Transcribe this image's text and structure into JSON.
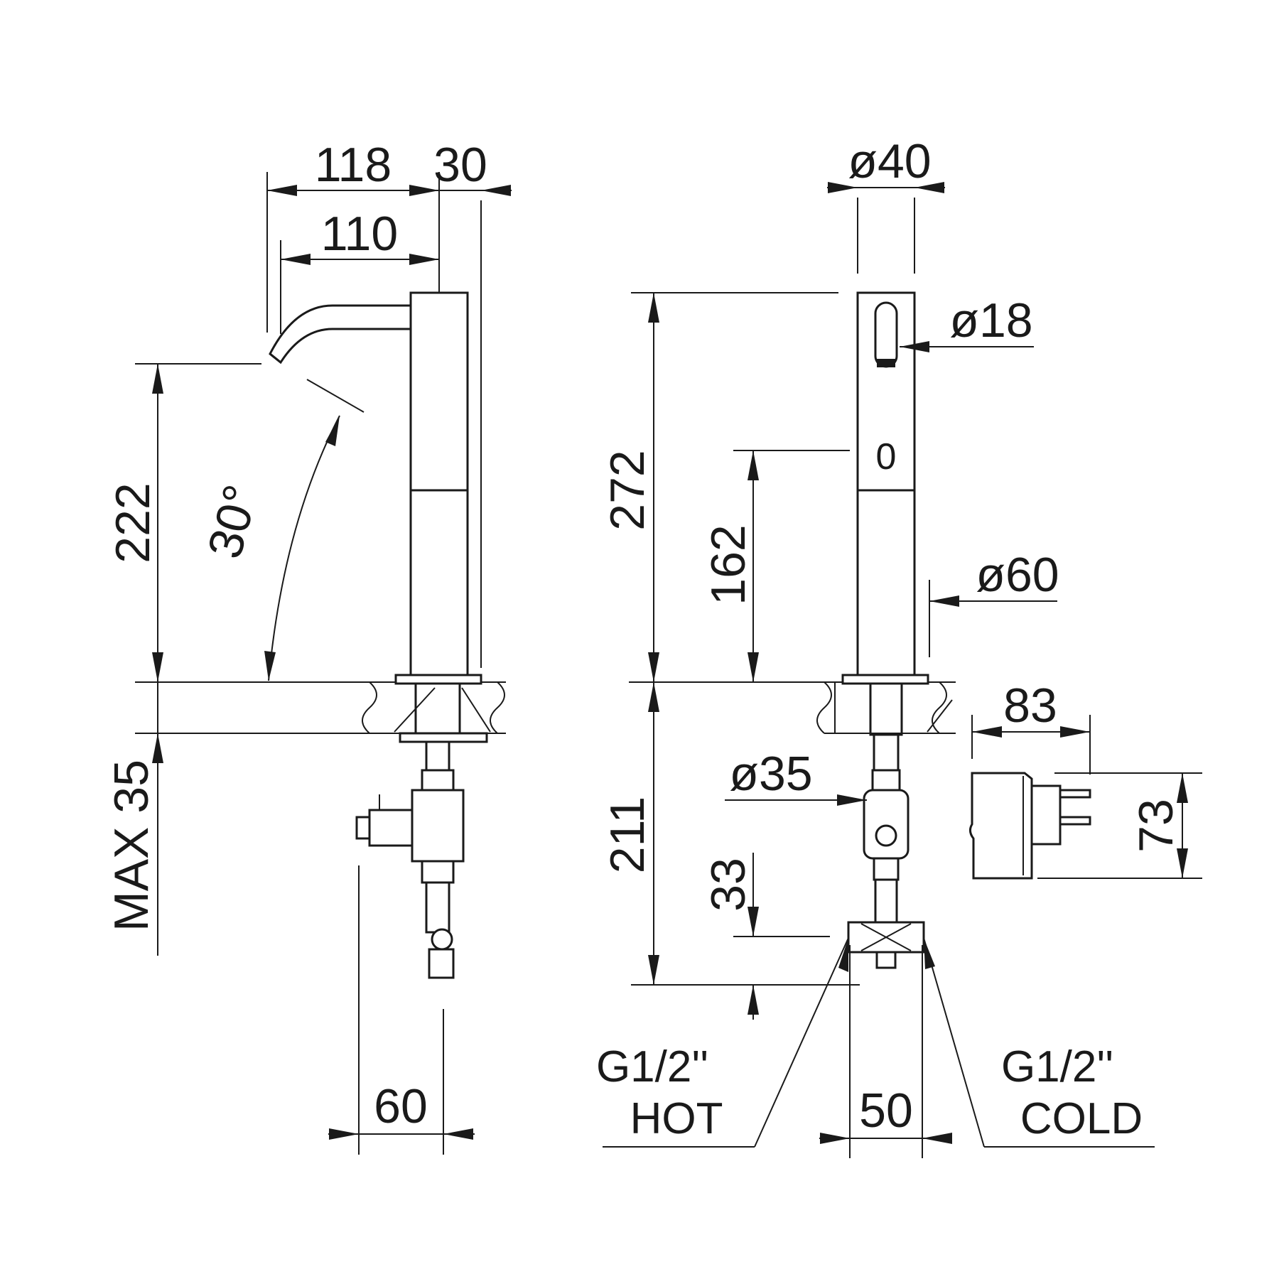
{
  "side_view": {
    "dims": {
      "d118": "118",
      "d30": "30",
      "d110": "110",
      "d222": "222",
      "angle": "30°",
      "max": "MAX 35",
      "d60": "60"
    }
  },
  "front_view": {
    "dims": {
      "dia40": "ø40",
      "dia18": "ø18",
      "d272": "272",
      "d162": "162",
      "dia60": "ø60",
      "dia35": "ø35",
      "d211": "211",
      "d33": "33",
      "d50": "50"
    },
    "sensor_mark": "0",
    "hot": {
      "thread": "G1/2''",
      "label": "HOT"
    },
    "cold": {
      "thread": "G1/2''",
      "label": "COLD"
    }
  },
  "adapter": {
    "dims": {
      "d83": "83",
      "d73": "73"
    }
  }
}
